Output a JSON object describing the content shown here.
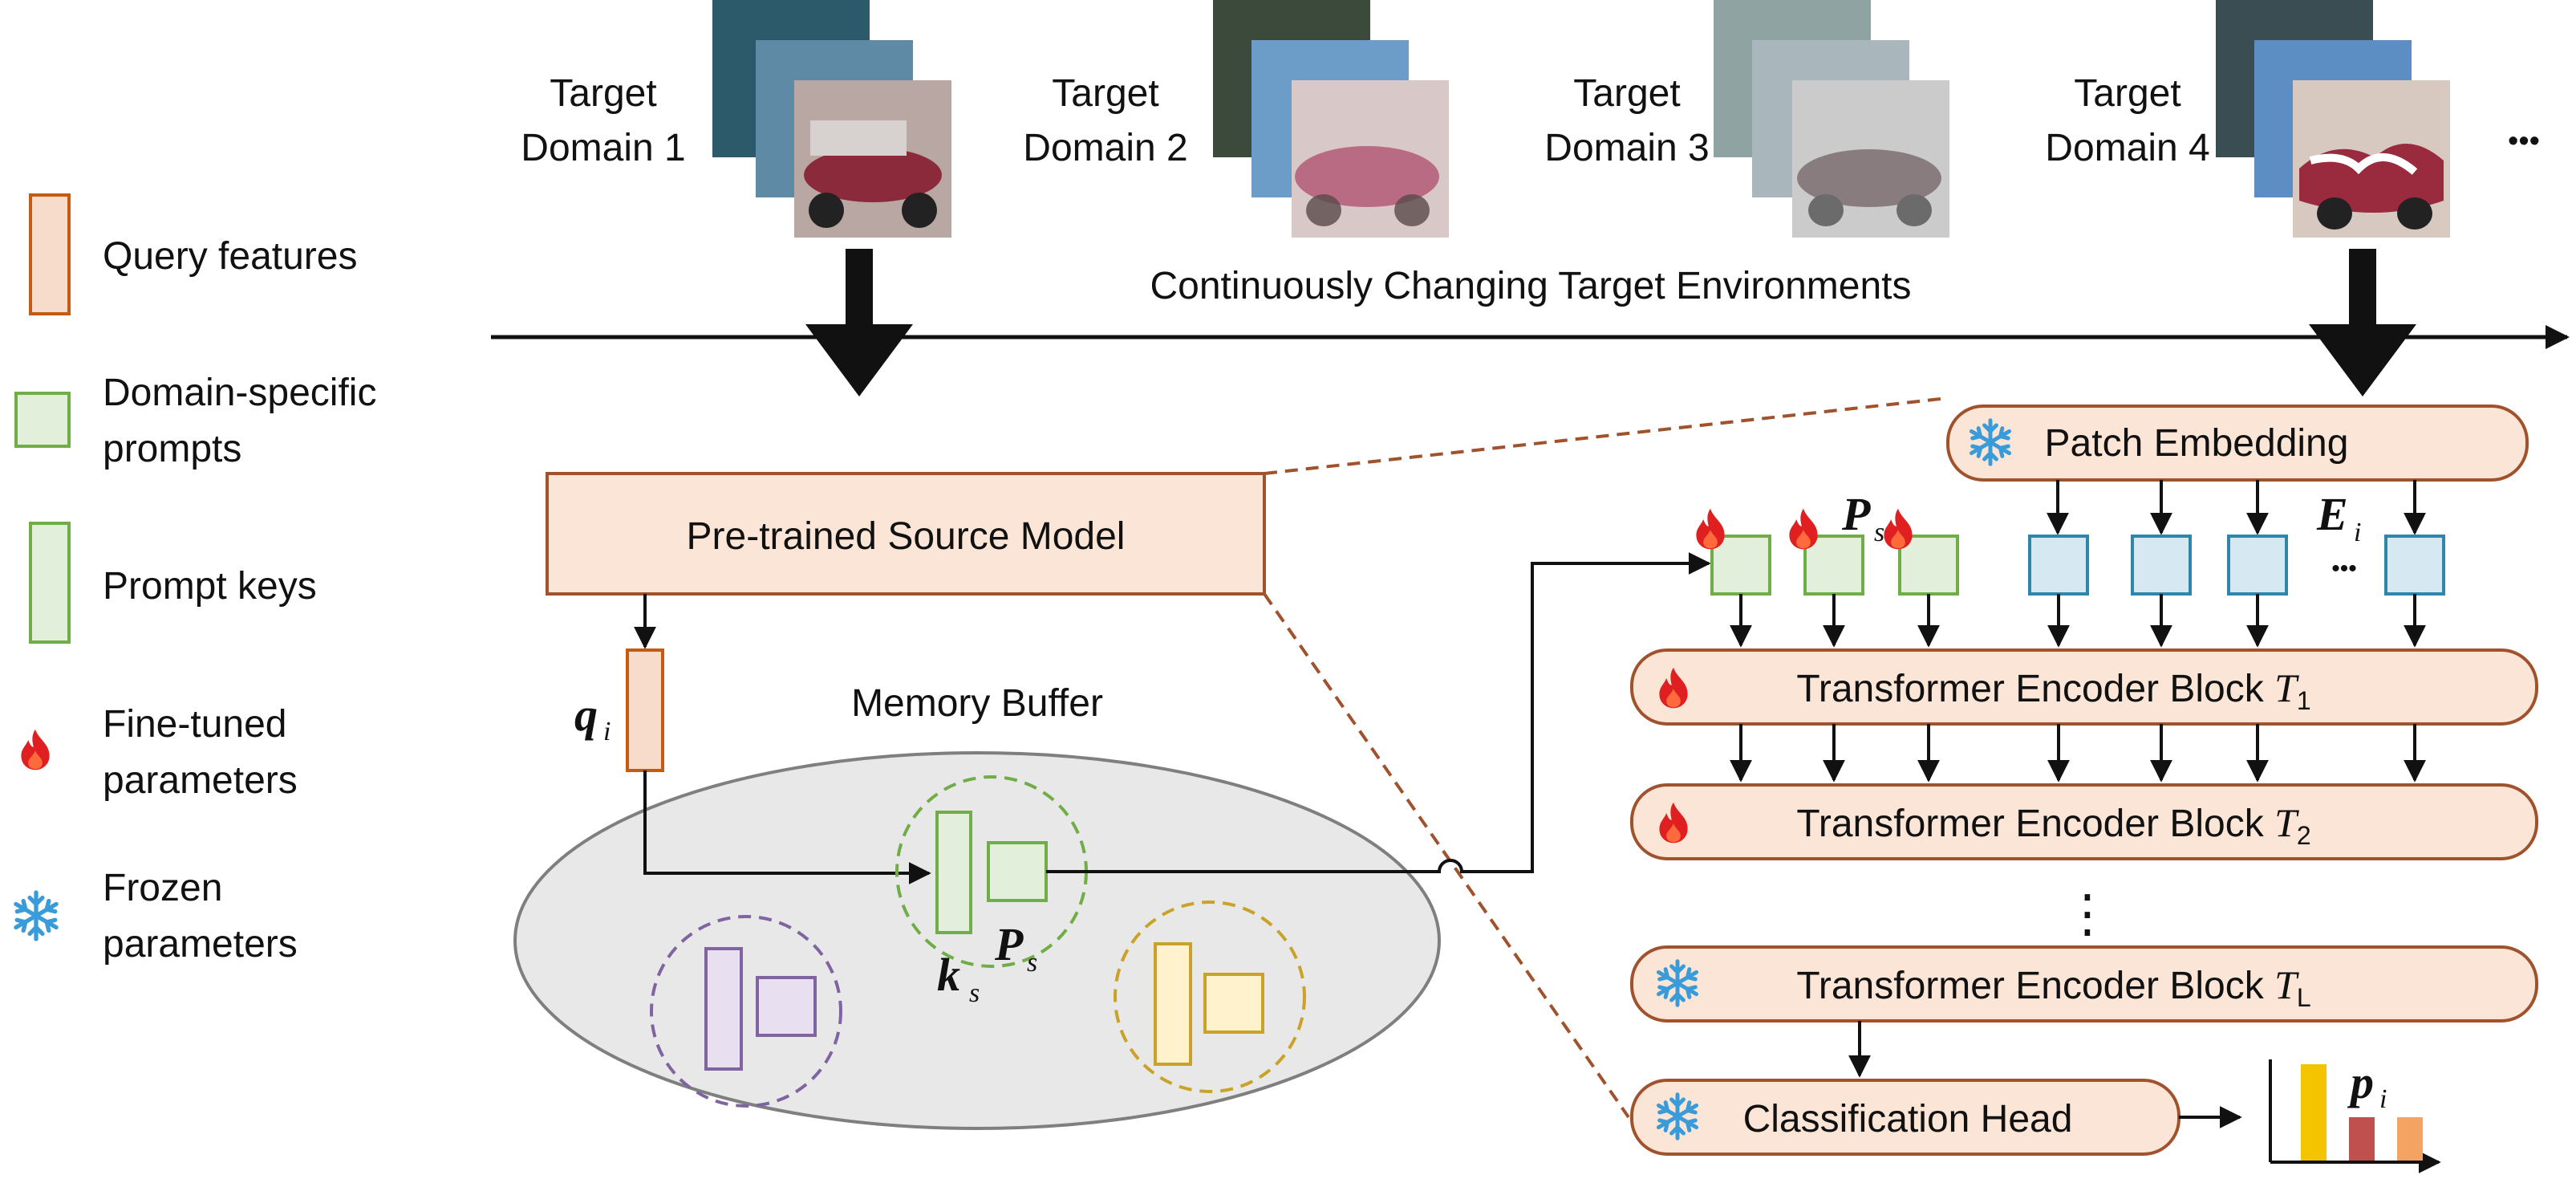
{
  "legend": {
    "query_features": "Query features",
    "domain_prompts_line1": "Domain-specific",
    "domain_prompts_line2": "prompts",
    "prompt_keys": "Prompt keys",
    "finetuned_line1": "Fine-tuned",
    "finetuned_line2": "parameters",
    "frozen_line1": "Frozen",
    "frozen_line2": "parameters"
  },
  "domains": [
    {
      "line1": "Target",
      "line2": "Domain 1"
    },
    {
      "line1": "Target",
      "line2": "Domain 2"
    },
    {
      "line1": "Target",
      "line2": "Domain 3"
    },
    {
      "line1": "Target",
      "line2": "Domain 4"
    }
  ],
  "more_domains": "•••",
  "timeline_label": "Continuously Changing Target Environments",
  "source_model": "Pre-trained Source Model",
  "memory_buffer": "Memory Buffer",
  "patch_embedding": "Patch Embedding",
  "blocks": [
    {
      "label": "Transformer Encoder Block ",
      "sym": "T",
      "sub": "1",
      "state": "fine-tuned"
    },
    {
      "label": "Transformer Encoder Block ",
      "sym": "T",
      "sub": "2",
      "state": "fine-tuned"
    },
    {
      "label": "Transformer Encoder Block ",
      "sym": "T",
      "sub": "L",
      "state": "frozen"
    }
  ],
  "classification_head": "Classification Head",
  "vdots": "⋮",
  "symbols": {
    "q": "q",
    "q_sub": "i",
    "k": "k",
    "k_sub": "s",
    "P": "P",
    "P_sub": "s",
    "E": "E",
    "E_sub": "i",
    "p": "p",
    "p_sub": "i",
    "ellipsis": "•••"
  },
  "output_bars": [
    0.8,
    0.36,
    0.36
  ],
  "colors": {
    "query": "#f7dccc",
    "query_stroke": "#c55a11",
    "prompt": "#e2efda",
    "prompt_stroke": "#70ad47",
    "embed": "#d6e9f2",
    "embed_stroke": "#2e86ab",
    "block": "#fbe5d6",
    "block_stroke": "#a0522d",
    "buffer": "#e8e8e8",
    "buffer_stroke": "#7f7f7f",
    "purple": "#e8e0f0",
    "purple_stroke": "#8064a2",
    "yellow": "#fff2cc",
    "yellow_stroke": "#c9a227",
    "fire": "#e02020",
    "snow": "#3a9bd9",
    "bar_yellow": "#f5c400",
    "bar_red": "#c0504d",
    "bar_orange": "#f4a460"
  }
}
